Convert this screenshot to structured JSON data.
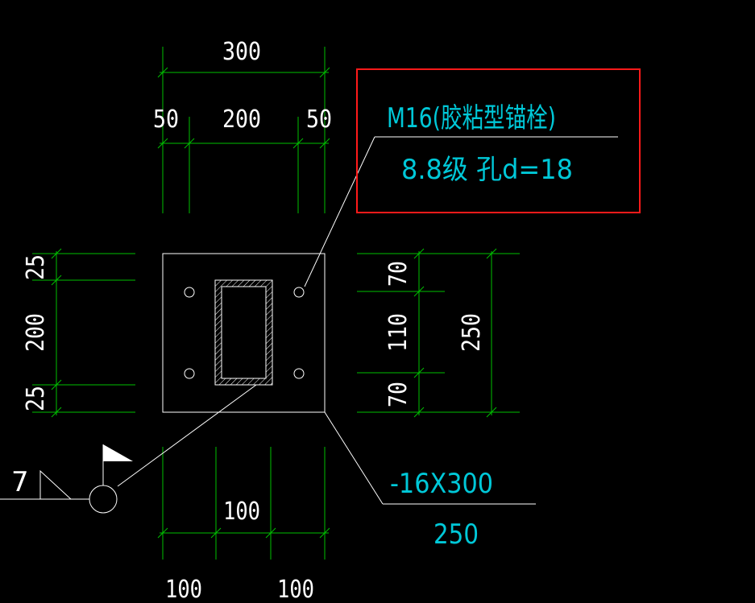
{
  "top_dims": {
    "total": "300",
    "left_edge": "50",
    "middle": "200",
    "right_edge": "50"
  },
  "left_dims": {
    "top": "25",
    "middle": "200",
    "bottom": "25"
  },
  "right_dims": {
    "top": "70",
    "middle": "110",
    "bottom": "70",
    "total": "250"
  },
  "bottom_dims": {
    "middle": "100",
    "left": "100",
    "right": "100"
  },
  "anchor_note": {
    "line1": "M16(胶粘型锚栓)",
    "line2": "8.8级  孔d=18"
  },
  "plate_note": {
    "line1": "-16X300",
    "line2": "250"
  },
  "weld_note": {
    "size": "7"
  },
  "colors": {
    "dimension": "#00c000",
    "geometry": "#ffffff",
    "annotation": "#00c8d8",
    "highlight": "#ff1a1a"
  }
}
